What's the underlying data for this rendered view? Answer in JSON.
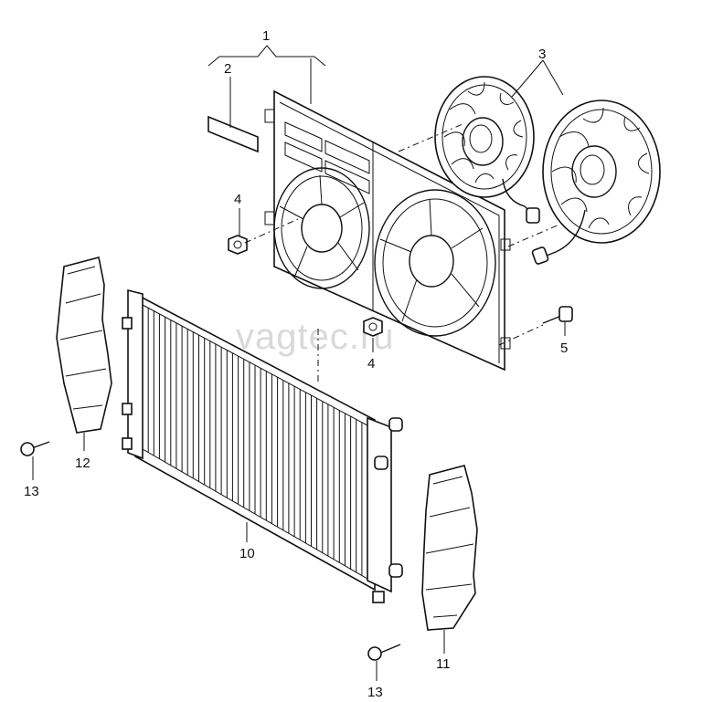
{
  "watermark": "vagtec.ru",
  "callouts": {
    "c1": "1",
    "c2": "2",
    "c3": "3",
    "c4a": "4",
    "c4b": "4",
    "c5": "5",
    "c10": "10",
    "c11": "11",
    "c12": "12",
    "c13a": "13",
    "c13b": "13"
  }
}
